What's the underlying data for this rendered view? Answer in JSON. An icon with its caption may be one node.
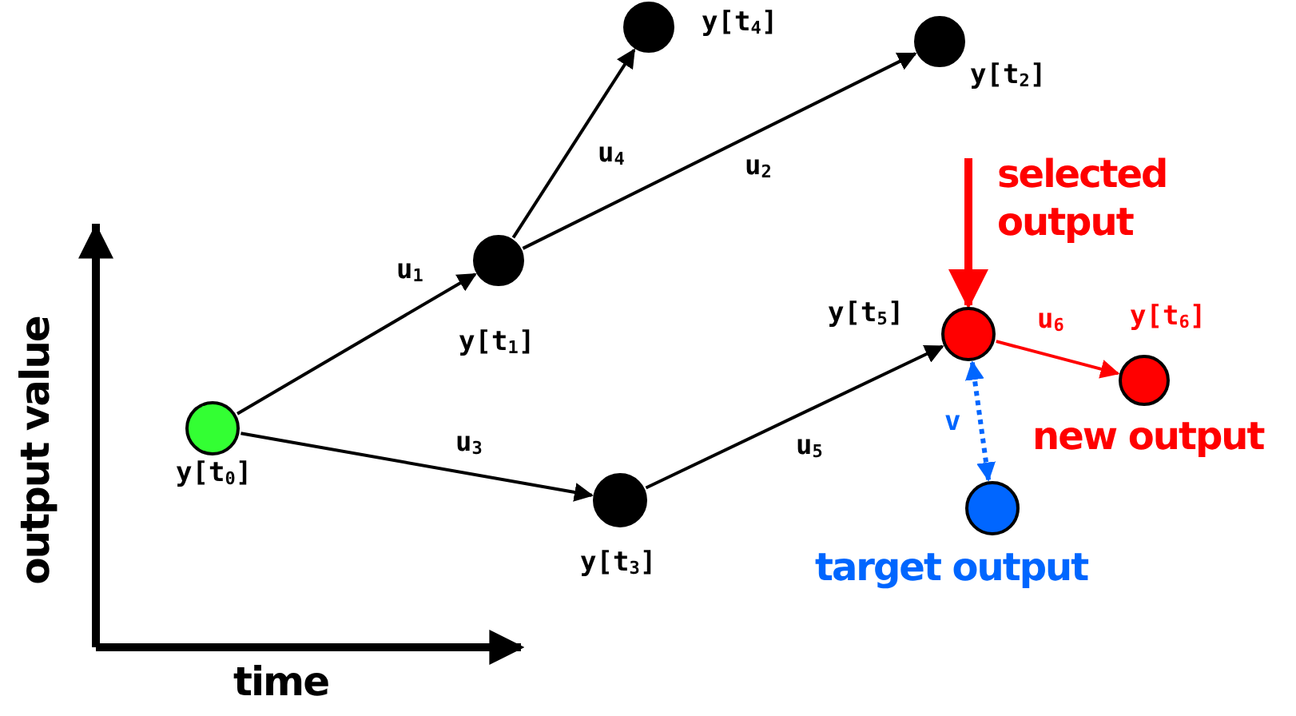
{
  "diagram": {
    "nodes": [
      {
        "text": [],
        "shape": "circle",
        "beside": [
          "y[t$_{0}$]"
        ]
      },
      {
        "text": [],
        "shape": "circle",
        "beside": [
          "y[t$_{1}$]"
        ]
      },
      {
        "text": [],
        "shape": "circle",
        "beside": [
          "y[t$_{4}$]"
        ]
      },
      {
        "text": [],
        "shape": "circle",
        "beside": [
          "y[t$_{2}$]"
        ]
      },
      {
        "text": [],
        "shape": "circle",
        "beside": [
          "y[t$_{3}$]"
        ]
      },
      {
        "text": [],
        "shape": "circle",
        "beside": [
          "y[t$_{5}$]",
          "selected output"
        ]
      },
      {
        "text": [],
        "shape": "circle",
        "beside": [
          "y[t$_{6}$]",
          "new output"
        ]
      },
      {
        "text": [],
        "shape": "circle",
        "beside": [
          "target output"
        ]
      }
    ],
    "edges": [
      {
        "from": 0,
        "to": 1,
        "arrow": "to",
        "label": "u$_{1}$"
      },
      {
        "from": 1,
        "to": 2,
        "arrow": "to",
        "label": "u$_{4}$"
      },
      {
        "from": 1,
        "to": 3,
        "arrow": "to",
        "label": "u$_{2}$"
      },
      {
        "from": 0,
        "to": 4,
        "arrow": "to",
        "label": "u$_{3}$"
      },
      {
        "from": 4,
        "to": 5,
        "arrow": "to",
        "label": "u$_{5}$"
      },
      {
        "from": 5,
        "to": 6,
        "arrow": "to",
        "label": "u$_{6}$",
        "color": "#ff0000"
      },
      {
        "from": 5,
        "to": 7,
        "arrow": "both",
        "label": "v",
        "style": "dashed",
        "color": "#0066ff"
      },
      {
        "from": null,
        "to": 5,
        "arrow": "to",
        "style": "thick",
        "color": "#ff0000"
      }
    ],
    "labels": [
      "output value",
      "time"
    ]
  }
}
